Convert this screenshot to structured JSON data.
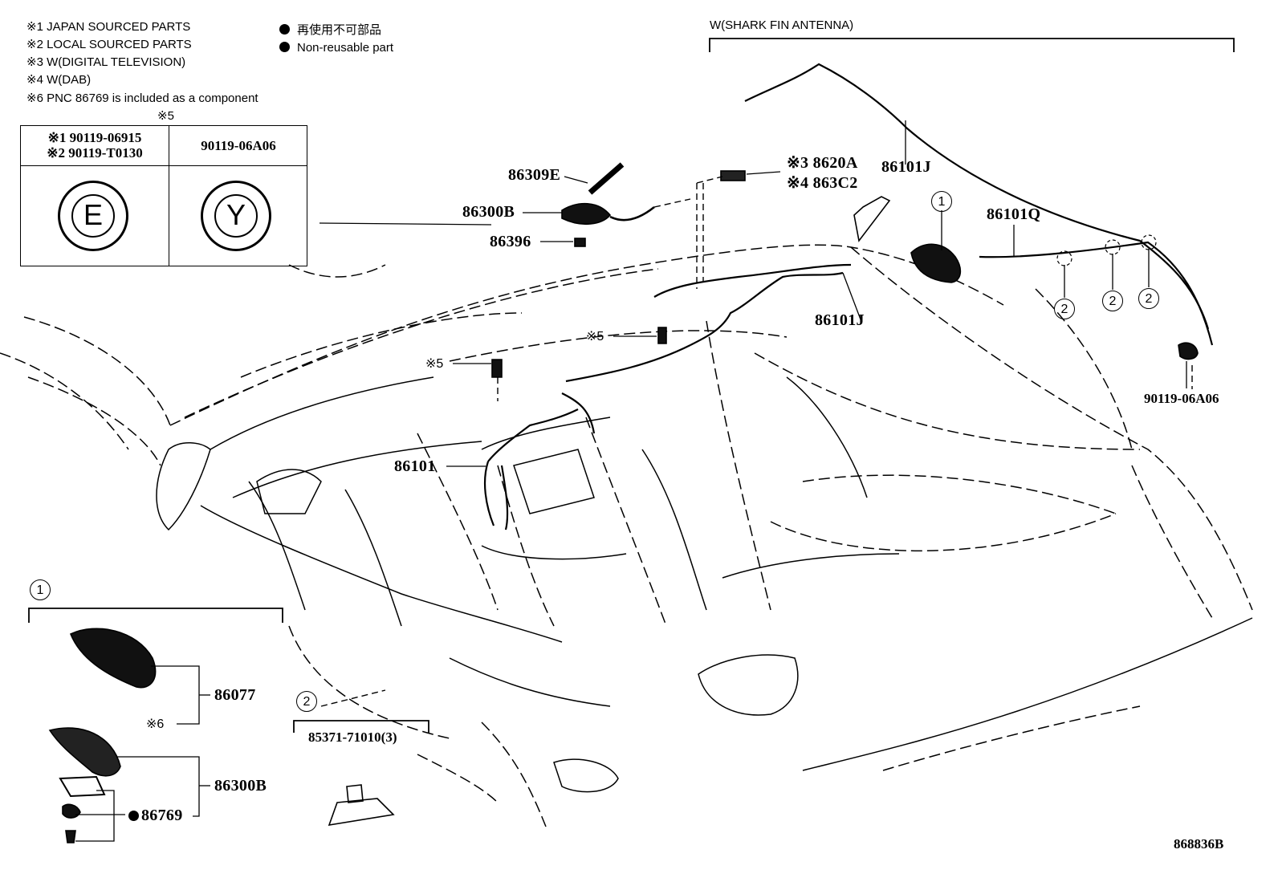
{
  "notes": {
    "n1": "※1 JAPAN SOURCED PARTS",
    "n2": "※2 LOCAL SOURCED PARTS",
    "n3": "※3 W(DIGITAL TELEVISION)",
    "n4": "※4 W(DAB)",
    "n6": "※6 PNC 86769 is included as a component"
  },
  "legend": {
    "jp": "再使用不可部品",
    "en": "Non-reusable part"
  },
  "fastener_table": {
    "marker": "※5",
    "left_line1": "※1 90119-06915",
    "left_line2": "※2 90119-T0130",
    "right_label": "90119-06A06",
    "left_symbol": "E",
    "right_symbol": "Y"
  },
  "shark_fin_title": "W(SHARK FIN ANTENNA)",
  "parts": {
    "p86309E": "86309E",
    "p86300B_top": "86300B",
    "p86396": "86396",
    "p8620A": "※3 8620A",
    "p863C2": "※4 863C2",
    "p86101J_top": "86101J",
    "p86101Q": "86101Q",
    "p86101J_mid": "86101J",
    "ref5_a": "※5",
    "ref5_b": "※5",
    "p90119_06A06": "90119-06A06",
    "p86101": "86101",
    "p86077": "86077",
    "ref6": "※6",
    "p86300B_bottom": "86300B",
    "p86769": "86769",
    "p85371": "85371-71010(3)",
    "diagram_id": "868836B"
  },
  "callouts": {
    "c1_top": "1",
    "c2_a": "2",
    "c2_b": "2",
    "c2_c": "2",
    "c1_inset": "1",
    "c2_clip": "2"
  }
}
